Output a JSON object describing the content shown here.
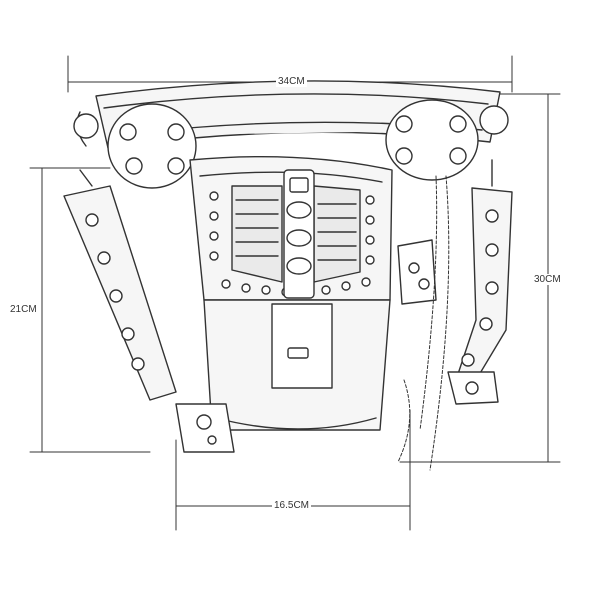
{
  "dimensions": {
    "top_width": "34CM",
    "left_height": "21CM",
    "right_height": "30CM",
    "bottom_width": "16.5CM"
  },
  "colors": {
    "line": "#333333",
    "fill": "#f6f6f6",
    "background": "#ffffff"
  }
}
